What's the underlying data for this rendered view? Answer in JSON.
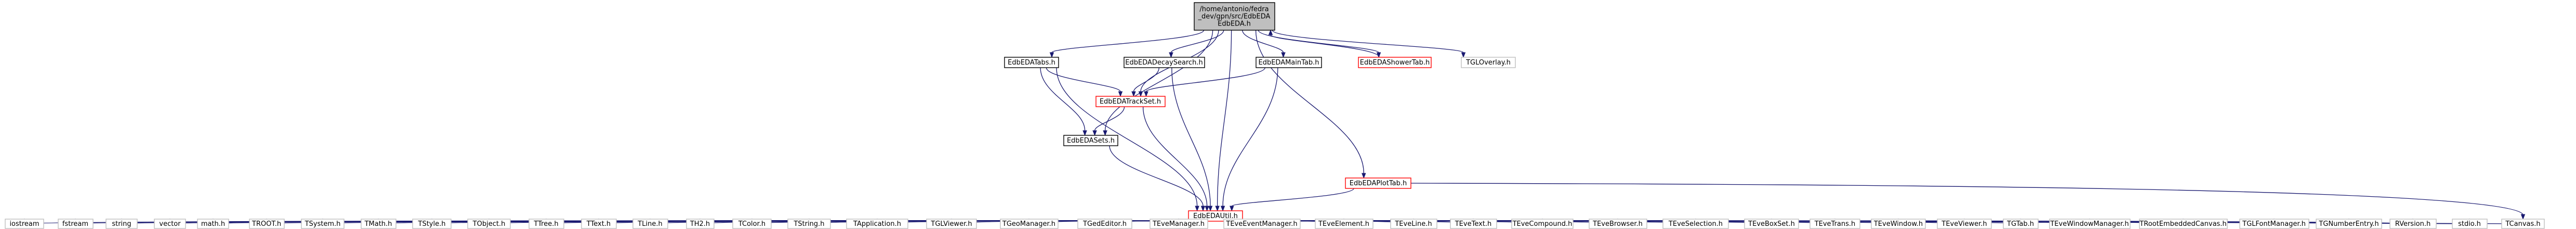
{
  "colors": {
    "edge": "#191970",
    "focus_fill": "#bfbfbf",
    "focus_stroke": "#000000",
    "doc_stroke": "#000000",
    "undoc_stroke": "#ff0000",
    "external_stroke": "#bfbfbf",
    "node_fill": "#ffffff",
    "text": "#000000",
    "external_text": "#000000"
  },
  "nodes": [
    {
      "id": "focus",
      "kind": "focus",
      "lines": [
        "/home/antonio/fedra",
        "_dev/gpn/src/EdbEDA",
        "EdbEDA.h"
      ]
    },
    {
      "id": "tabs",
      "kind": "doc",
      "lines": [
        "EdbEDATabs.h"
      ]
    },
    {
      "id": "decay",
      "kind": "doc",
      "lines": [
        "EdbEDADecaySearch.h"
      ]
    },
    {
      "id": "maintab",
      "kind": "doc",
      "lines": [
        "EdbEDAMainTab.h"
      ]
    },
    {
      "id": "shower",
      "kind": "undoc",
      "lines": [
        "EdbEDAShowerTab.h"
      ]
    },
    {
      "id": "tgloverlay",
      "kind": "external",
      "lines": [
        "TGLOverlay.h"
      ]
    },
    {
      "id": "trackset",
      "kind": "undoc",
      "lines": [
        "EdbEDATrackSet.h"
      ]
    },
    {
      "id": "sets",
      "kind": "doc",
      "lines": [
        "EdbEDASets.h"
      ]
    },
    {
      "id": "plottab",
      "kind": "undoc",
      "lines": [
        "EdbEDAPlotTab.h"
      ]
    },
    {
      "id": "util",
      "kind": "undoc",
      "lines": [
        "EdbEDAUtil.h"
      ]
    },
    {
      "id": "b_iostream",
      "kind": "external",
      "lines": [
        "iostream"
      ]
    },
    {
      "id": "b_fstream",
      "kind": "external",
      "lines": [
        "fstream"
      ]
    },
    {
      "id": "b_string",
      "kind": "external",
      "lines": [
        "string"
      ]
    },
    {
      "id": "b_vector",
      "kind": "external",
      "lines": [
        "vector"
      ]
    },
    {
      "id": "b_math",
      "kind": "external",
      "lines": [
        "math.h"
      ]
    },
    {
      "id": "b_troot",
      "kind": "external",
      "lines": [
        "TROOT.h"
      ]
    },
    {
      "id": "b_tsystem",
      "kind": "external",
      "lines": [
        "TSystem.h"
      ]
    },
    {
      "id": "b_tmath",
      "kind": "external",
      "lines": [
        "TMath.h"
      ]
    },
    {
      "id": "b_tstyle",
      "kind": "external",
      "lines": [
        "TStyle.h"
      ]
    },
    {
      "id": "b_tobject",
      "kind": "external",
      "lines": [
        "TObject.h"
      ]
    },
    {
      "id": "b_ttree",
      "kind": "external",
      "lines": [
        "TTree.h"
      ]
    },
    {
      "id": "b_ttext",
      "kind": "external",
      "lines": [
        "TText.h"
      ]
    },
    {
      "id": "b_tline",
      "kind": "external",
      "lines": [
        "TLine.h"
      ]
    },
    {
      "id": "b_th2",
      "kind": "external",
      "lines": [
        "TH2.h"
      ]
    },
    {
      "id": "b_tcolor",
      "kind": "external",
      "lines": [
        "TColor.h"
      ]
    },
    {
      "id": "b_tstring",
      "kind": "external",
      "lines": [
        "TString.h"
      ]
    },
    {
      "id": "b_tapplication",
      "kind": "external",
      "lines": [
        "TApplication.h"
      ]
    },
    {
      "id": "b_tglviewer",
      "kind": "external",
      "lines": [
        "TGLViewer.h"
      ]
    },
    {
      "id": "b_tgeomanager",
      "kind": "external",
      "lines": [
        "TGeoManager.h"
      ]
    },
    {
      "id": "b_tgededitor",
      "kind": "external",
      "lines": [
        "TGedEditor.h"
      ]
    },
    {
      "id": "b_tevemanager",
      "kind": "external",
      "lines": [
        "TEveManager.h"
      ]
    },
    {
      "id": "b_teveeventmanager",
      "kind": "external",
      "lines": [
        "TEveEventManager.h"
      ]
    },
    {
      "id": "b_teveelement",
      "kind": "external",
      "lines": [
        "TEveElement.h"
      ]
    },
    {
      "id": "b_teveline",
      "kind": "external",
      "lines": [
        "TEveLine.h"
      ]
    },
    {
      "id": "b_tevetext",
      "kind": "external",
      "lines": [
        "TEveText.h"
      ]
    },
    {
      "id": "b_tevecompound",
      "kind": "external",
      "lines": [
        "TEveCompound.h"
      ]
    },
    {
      "id": "b_tevebrowser",
      "kind": "external",
      "lines": [
        "TEveBrowser.h"
      ]
    },
    {
      "id": "b_teveselection",
      "kind": "external",
      "lines": [
        "TEveSelection.h"
      ]
    },
    {
      "id": "b_teveboxset",
      "kind": "external",
      "lines": [
        "TEveBoxSet.h"
      ]
    },
    {
      "id": "b_tevetrans",
      "kind": "external",
      "lines": [
        "TEveTrans.h"
      ]
    },
    {
      "id": "b_tevewindow",
      "kind": "external",
      "lines": [
        "TEveWindow.h"
      ]
    },
    {
      "id": "b_teveviewer",
      "kind": "external",
      "lines": [
        "TEveViewer.h"
      ]
    },
    {
      "id": "b_tgtab",
      "kind": "external",
      "lines": [
        "TGTab.h"
      ]
    },
    {
      "id": "b_tevewindowmanager",
      "kind": "external",
      "lines": [
        "TEveWindowManager.h"
      ]
    },
    {
      "id": "b_trootembeddedcanvas",
      "kind": "external",
      "lines": [
        "TRootEmbeddedCanvas.h"
      ]
    },
    {
      "id": "b_tgfontmanager",
      "kind": "external",
      "lines": [
        "TGLFontManager.h"
      ]
    },
    {
      "id": "b_tgnumberentry",
      "kind": "external",
      "lines": [
        "TGNumberEntry.h"
      ]
    },
    {
      "id": "b_rversion",
      "kind": "external",
      "lines": [
        "RVersion.h"
      ]
    },
    {
      "id": "b_stdio",
      "kind": "external",
      "lines": [
        "stdio.h"
      ]
    },
    {
      "id": "b_tcanvas",
      "kind": "external",
      "lines": [
        "TCanvas.h"
      ]
    }
  ],
  "edges": [
    [
      "focus",
      "tabs"
    ],
    [
      "focus",
      "decay"
    ],
    [
      "focus",
      "maintab"
    ],
    [
      "focus",
      "shower"
    ],
    [
      "focus",
      "tgloverlay"
    ],
    [
      "focus",
      "trackset"
    ],
    [
      "focus",
      "sets"
    ],
    [
      "focus",
      "plottab"
    ],
    [
      "focus",
      "util"
    ],
    [
      "tabs",
      "trackset"
    ],
    [
      "tabs",
      "sets"
    ],
    [
      "tabs",
      "util"
    ],
    [
      "decay",
      "trackset"
    ],
    [
      "decay",
      "util"
    ],
    [
      "maintab",
      "trackset"
    ],
    [
      "maintab",
      "util"
    ],
    [
      "shower",
      "focus"
    ],
    [
      "trackset",
      "sets"
    ],
    [
      "trackset",
      "util"
    ],
    [
      "sets",
      "util"
    ],
    [
      "plottab",
      "util"
    ],
    [
      "plottab",
      "b_tcanvas"
    ],
    [
      "util",
      "b_iostream"
    ],
    [
      "util",
      "b_fstream"
    ],
    [
      "util",
      "b_string"
    ],
    [
      "util",
      "b_vector"
    ],
    [
      "util",
      "b_math"
    ],
    [
      "util",
      "b_troot"
    ],
    [
      "util",
      "b_tsystem"
    ],
    [
      "util",
      "b_tmath"
    ],
    [
      "util",
      "b_tstyle"
    ],
    [
      "util",
      "b_tobject"
    ],
    [
      "util",
      "b_ttree"
    ],
    [
      "util",
      "b_ttext"
    ],
    [
      "util",
      "b_tline"
    ],
    [
      "util",
      "b_th2"
    ],
    [
      "util",
      "b_tcolor"
    ],
    [
      "util",
      "b_tstring"
    ],
    [
      "util",
      "b_tapplication"
    ],
    [
      "util",
      "b_tglviewer"
    ],
    [
      "util",
      "b_tgeomanager"
    ],
    [
      "util",
      "b_tgededitor"
    ],
    [
      "util",
      "b_tevemanager"
    ],
    [
      "util",
      "b_teveeventmanager"
    ],
    [
      "util",
      "b_teveelement"
    ],
    [
      "util",
      "b_teveline"
    ],
    [
      "util",
      "b_tevetext"
    ],
    [
      "util",
      "b_tevecompound"
    ],
    [
      "util",
      "b_tevebrowser"
    ],
    [
      "util",
      "b_teveselection"
    ],
    [
      "util",
      "b_teveboxset"
    ],
    [
      "util",
      "b_tevetrans"
    ],
    [
      "util",
      "b_tevewindow"
    ],
    [
      "util",
      "b_teveviewer"
    ],
    [
      "util",
      "b_tgtab"
    ],
    [
      "util",
      "b_tevewindowmanager"
    ],
    [
      "util",
      "b_trootembeddedcanvas"
    ],
    [
      "util",
      "b_tgfontmanager"
    ],
    [
      "util",
      "b_tgnumberentry"
    ],
    [
      "util",
      "b_rversion"
    ],
    [
      "util",
      "b_stdio"
    ],
    [
      "util",
      "b_tcanvas"
    ]
  ]
}
